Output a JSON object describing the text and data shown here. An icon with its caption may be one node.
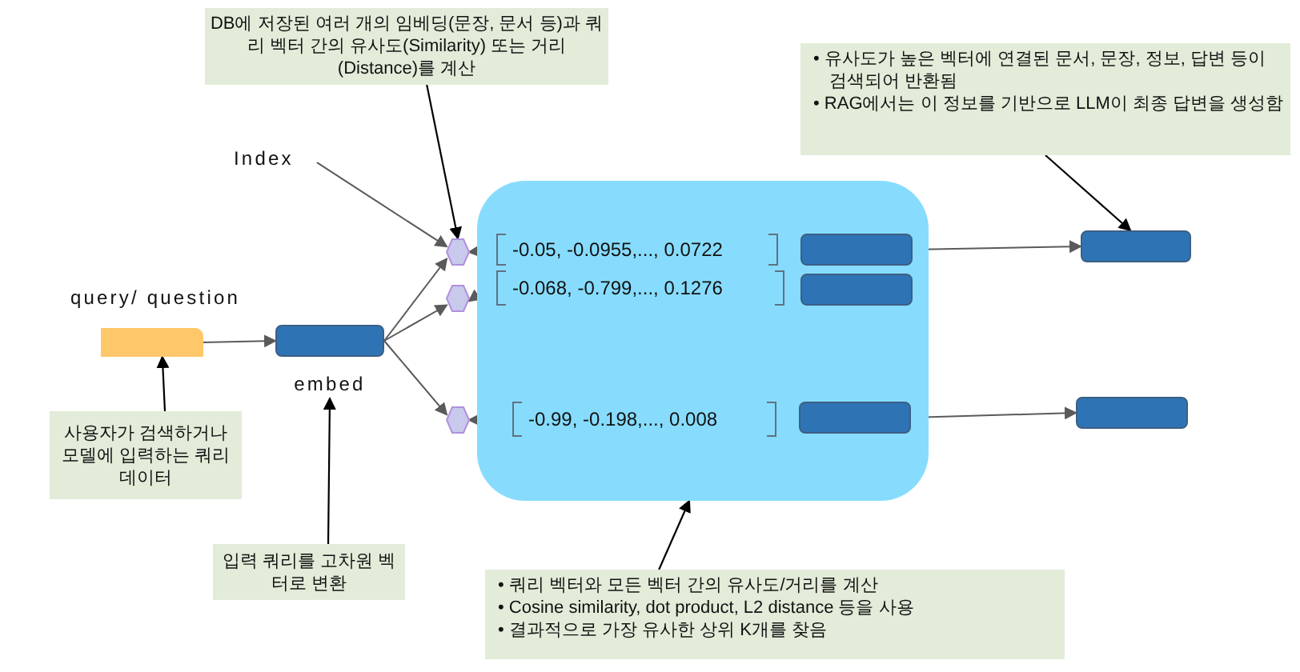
{
  "diagram": {
    "nodes": [
      {
        "text": [
          "query/ question"
        ]
      },
      {
        "text": [
          "embed"
        ]
      },
      {
        "text": [],
        "shape": "hexagon"
      },
      {
        "text": [],
        "shape": "hexagon"
      },
      {
        "text": [],
        "shape": "hexagon"
      },
      {
        "text": [],
        "shape": "box"
      },
      {
        "text": [
          "-0.05, -0.0955,..., 0.0722"
        ],
        "in": 5
      },
      {
        "text": [
          "-0.068, -0.799,..., 0.1276"
        ],
        "in": 5
      },
      {
        "text": [
          "-0.99, -0.198,..., 0.008"
        ],
        "in": 5
      },
      {
        "text": [],
        "shape": "box",
        "in": 5
      },
      {
        "text": [],
        "shape": "box",
        "in": 5
      },
      {
        "text": [],
        "shape": "box",
        "in": 5
      },
      {
        "text": [],
        "shape": "box"
      },
      {
        "text": [],
        "shape": "box"
      },
      {
        "text": [
          "DB에 저장된 여러 개의 임베딩(문장, 문서 등)과 쿼리 벡터 간의 유사도(Similarity) 또는 거리(Distance)를 계산"
        ]
      },
      {
        "text": [
          "• 유사도가 높은 벡터에 연결된 문서, 문장, 정보, 답변 등이 검색되어 반환됨",
          "• RAG에서는 이 정보를 기반으로 LLM이 최종 답변을 생성함"
        ]
      },
      {
        "text": [
          "사용자가 검색하거나 모델에 입력하는 쿼리 데이터"
        ]
      },
      {
        "text": [
          "입력 쿼리를 고차원 벡터로 변환"
        ]
      },
      {
        "text": [
          "• 쿼리 벡터와 모든 벡터 간의 유사도/거리를 계산",
          "• Cosine similarity, dot product, L2 distance 등을 사용",
          "• 결과적으로 가장 유사한 상위 K개를 찾음"
        ]
      },
      {
        "text": [
          "Index"
        ]
      }
    ],
    "edges": [
      {
        "from": 0,
        "to": 1,
        "arrow": "to"
      },
      {
        "from": 1,
        "to": 2,
        "arrow": "to"
      },
      {
        "from": 1,
        "to": 3,
        "arrow": "to"
      },
      {
        "from": 1,
        "to": 4,
        "arrow": "to"
      },
      {
        "from": 6,
        "to": 2,
        "arrow": "to"
      },
      {
        "from": 7,
        "to": 3,
        "arrow": "to"
      },
      {
        "from": 8,
        "to": 4,
        "arrow": "to"
      },
      {
        "from": 9,
        "to": 12,
        "arrow": "to"
      },
      {
        "from": 11,
        "to": 13,
        "arrow": "to"
      },
      {
        "from": 14,
        "to": 2,
        "arrow": "to",
        "color": "#000000"
      },
      {
        "from": 19,
        "to": 2,
        "arrow": "to"
      },
      {
        "from": 15,
        "to": 12,
        "arrow": "to",
        "color": "#000000"
      },
      {
        "from": 16,
        "to": 0,
        "arrow": "to",
        "color": "#000000"
      },
      {
        "from": 17,
        "to": 1,
        "arrow": "to",
        "color": "#000000"
      },
      {
        "from": 18,
        "to": 5,
        "arrow": "to",
        "color": "#000000"
      }
    ]
  }
}
